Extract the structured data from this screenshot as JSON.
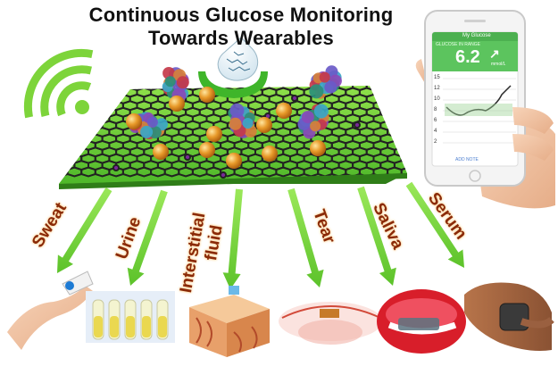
{
  "title": {
    "line1": "Continuous Glucose Monitoring",
    "line2": "Towards Wearables"
  },
  "fluids": [
    {
      "label": "Sweat"
    },
    {
      "label": "Urine"
    },
    {
      "label_line1": "Interstitial",
      "label_line2": "fluid"
    },
    {
      "label": "Tear"
    },
    {
      "label": "Saliva"
    },
    {
      "label": "Serum"
    }
  ],
  "phone": {
    "header": "My Glucose",
    "subheader": "GLUCOSE IN RANGE",
    "reading": "6.2",
    "unit": "mmol/L",
    "trend_icon": "arrow-up-right-icon",
    "y_ticks": [
      "15",
      "12",
      "10",
      "8",
      "6",
      "4",
      "2"
    ],
    "footer": "ADD NOTE"
  },
  "colors": {
    "title": "#111111",
    "label": "#8a2a08",
    "arrow": "#7dd43a",
    "platform_green": "#5ecb2f",
    "phone_green": "#4cb050"
  },
  "icons": [
    "wifi-signal-icon",
    "graphene-sheet",
    "enzyme-molecule",
    "gold-nanoparticle",
    "glucose-droplet"
  ]
}
